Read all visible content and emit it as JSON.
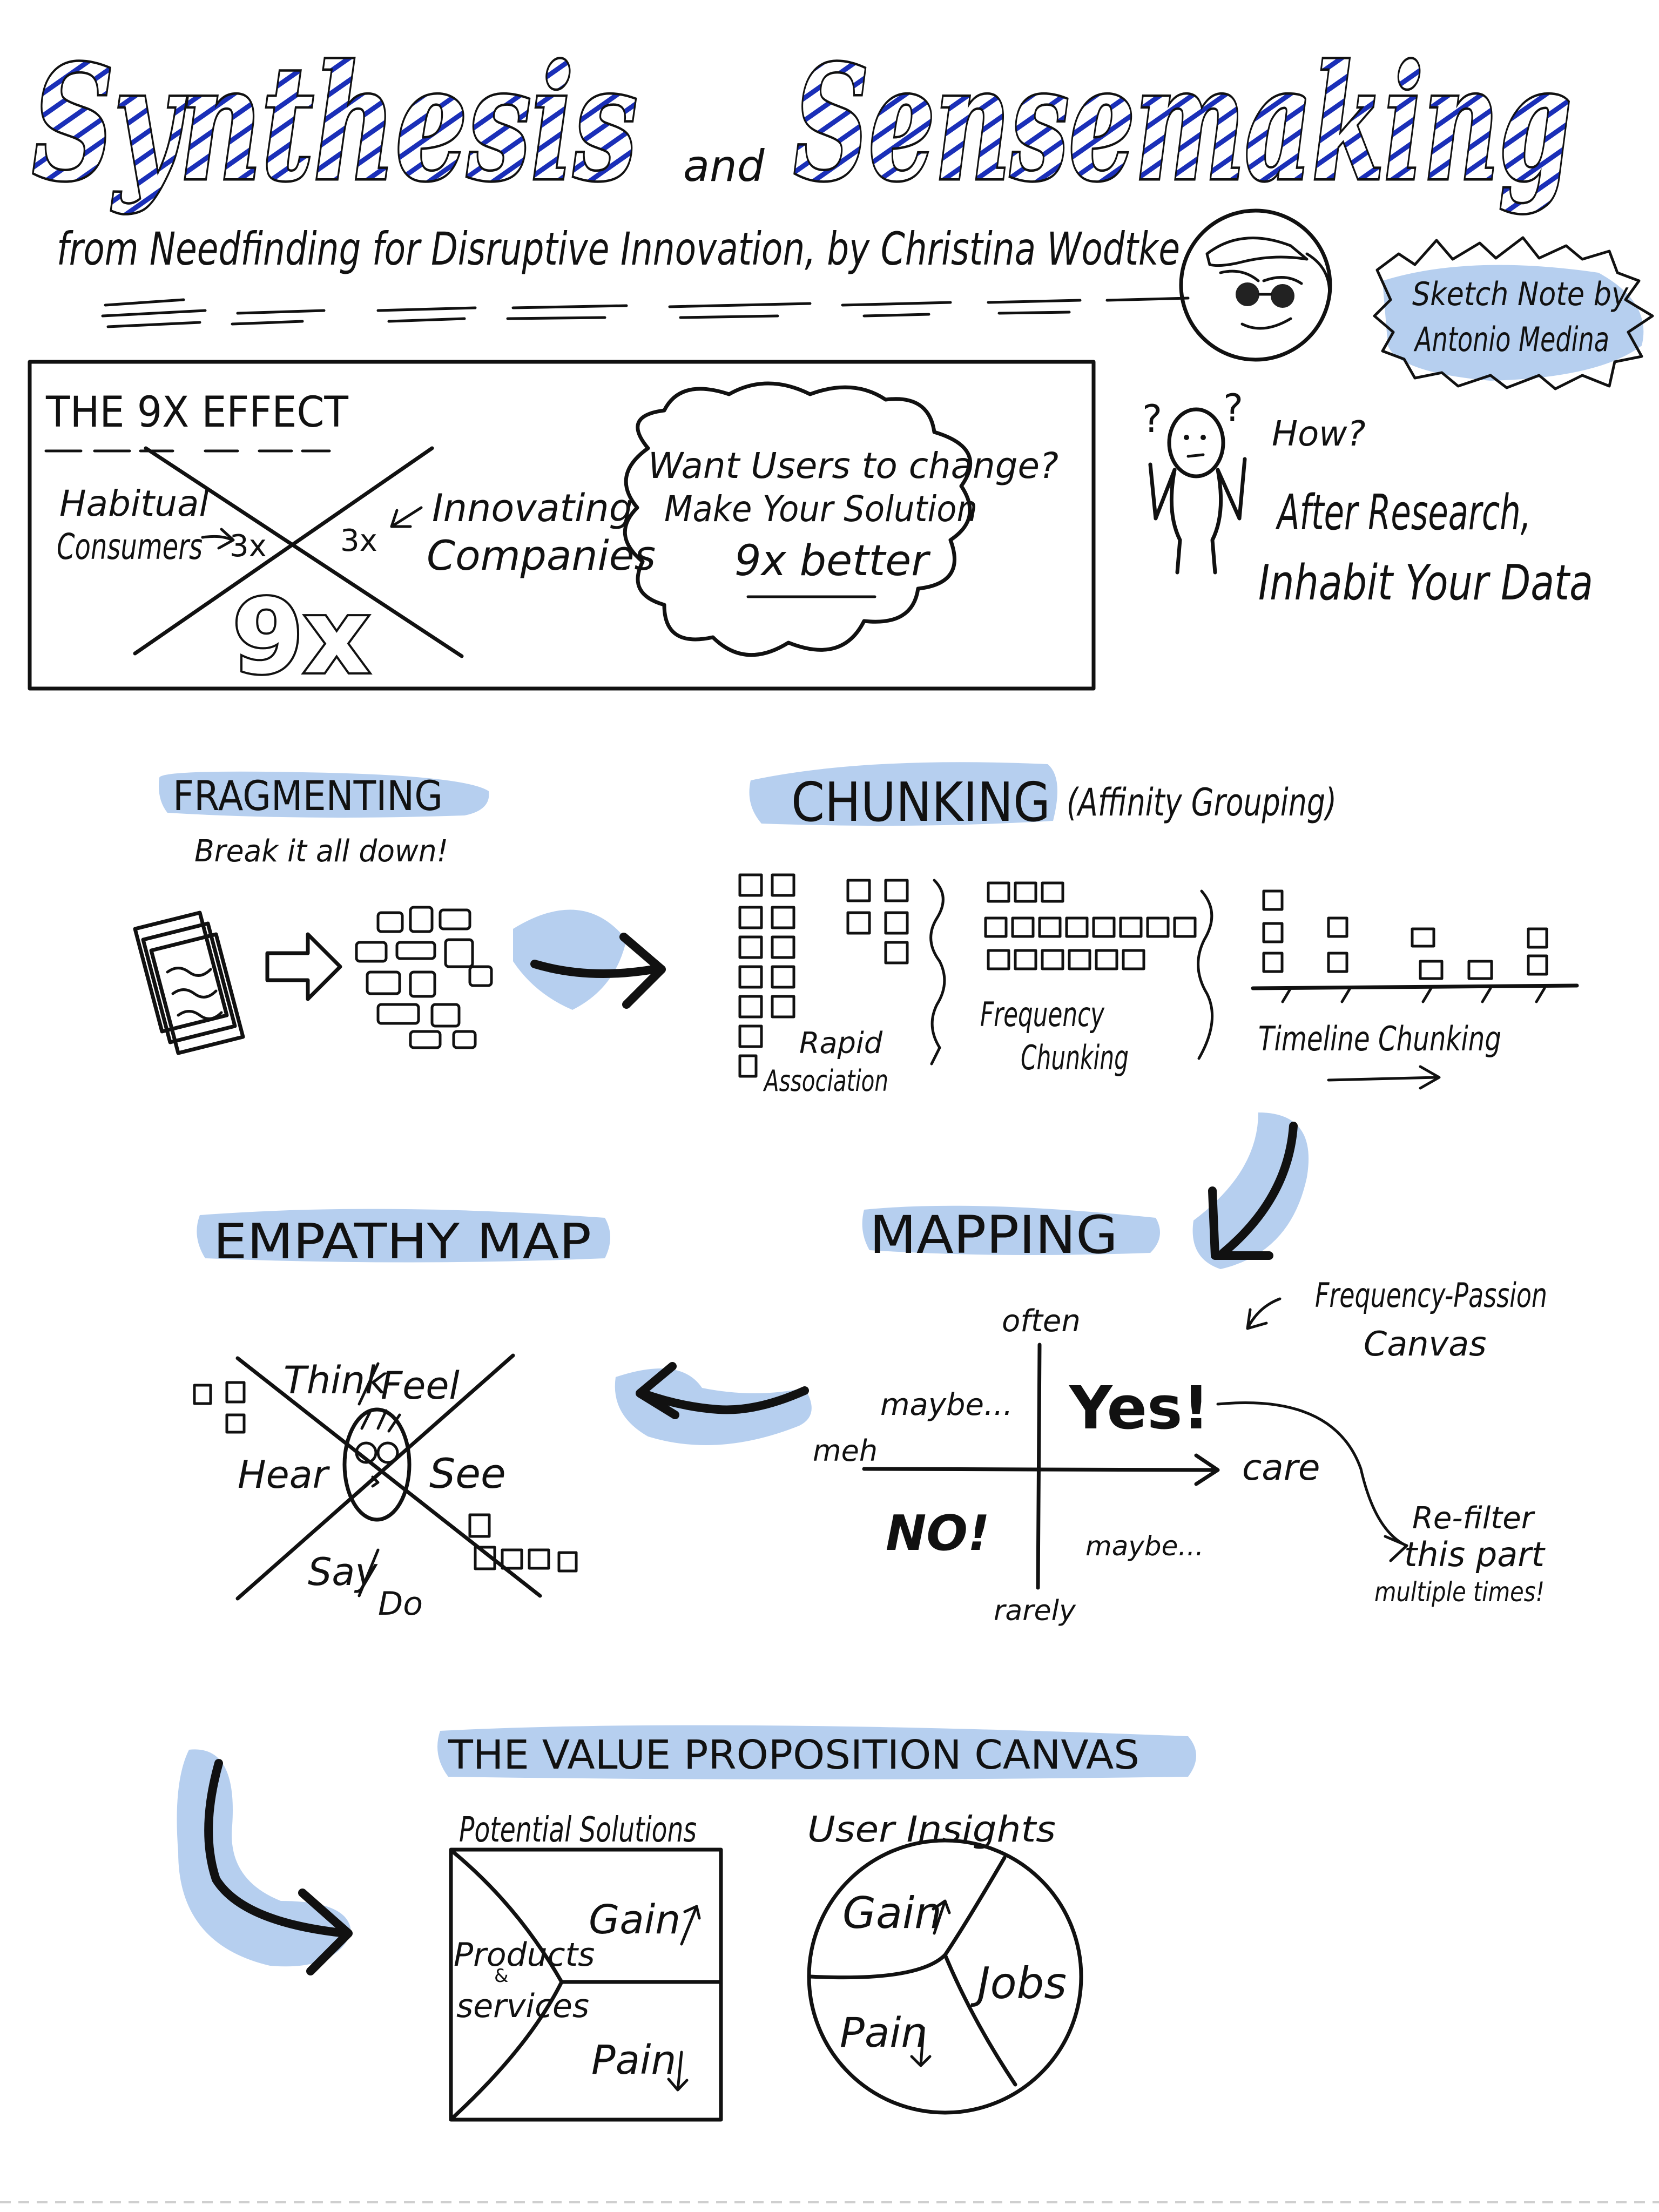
{
  "title": {
    "word1": "Synthesis",
    "and": "and",
    "word2": "Sensemaking",
    "subtitle": "from Needfinding for Disruptive Innovation, by Christina Wodtke",
    "credit_line1": "Sketch Note by",
    "credit_line2": "Antonio Medina"
  },
  "nine_x": {
    "heading": "THE 9X EFFECT",
    "left_line1": "Habitual",
    "left_line2": "Consumers",
    "left_mult": "3x",
    "right_mult": "3x",
    "right_line1": "Innovating",
    "right_line2": "Companies",
    "center": "9x",
    "cloud_line1": "Want Users to change?",
    "cloud_line2": "Make Your Solution",
    "cloud_line3": "9x better"
  },
  "how": {
    "q1": "?",
    "q2": "?",
    "label": "How?",
    "line1": "After Research,",
    "line2": "Inhabit Your Data"
  },
  "fragmenting": {
    "heading": "FRAGMENTING",
    "sub": "Break it all down!"
  },
  "chunking": {
    "heading": "CHUNKING",
    "paren": "(Affinity Grouping)",
    "rapid_line1": "Rapid",
    "rapid_line2": "Association",
    "freq_line1": "Frequency",
    "freq_line2": "Chunking",
    "timeline": "Timeline Chunking"
  },
  "mapping": {
    "heading": "MAPPING",
    "axis_top": "often",
    "axis_bottom": "rarely",
    "axis_left": "meh",
    "axis_right": "care",
    "q_top_left": "maybe...",
    "q_top_right": "Yes!",
    "q_bottom_left": "NO!",
    "q_bottom_right": "maybe...",
    "canvas_line1": "Frequency-Passion",
    "canvas_line2": "Canvas",
    "refilter_line1": "Re-filter",
    "refilter_line2": "this part",
    "refilter_line3": "multiple times!"
  },
  "empathy": {
    "heading": "EMPATHY MAP",
    "think": "Think",
    "feel": "Feel",
    "hear": "Hear",
    "see": "See",
    "say": "Say",
    "do": "Do"
  },
  "vpc": {
    "heading": "THE VALUE PROPOSITION CANVAS",
    "solutions_label": "Potential Solutions",
    "products_line1": "Products",
    "products_amp": "&",
    "products_line2": "services",
    "gain_sq": "Gain",
    "pain_sq": "Pain",
    "insights_label": "User Insights",
    "gain_circle": "Gain",
    "pain_circle": "Pain",
    "jobs": "Jobs"
  },
  "colors": {
    "accent": "#a9c7ec",
    "hatch": "#1a2fb8",
    "ink": "#111111"
  }
}
